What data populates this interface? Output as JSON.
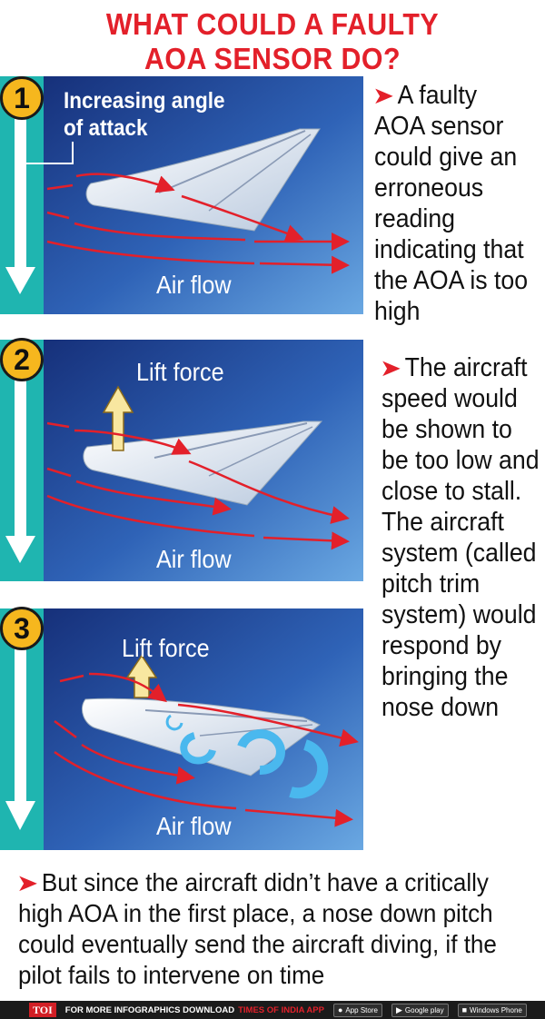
{
  "title": {
    "line1": "WHAT COULD A FAULTY",
    "line2": "AOA SENSOR DO?"
  },
  "panels": [
    {
      "step": "1",
      "label_top": "Increasing angle of attack",
      "label_bottom": "Air flow",
      "text": "A faulty AOA sensor could give an erroneous reading indicating that the AOA is too high"
    },
    {
      "step": "2",
      "label_top": "Lift force",
      "label_bottom": "Air flow",
      "text": "The aircraft speed would be shown to be too low and close to stall. The aircraft system (called pitch trim system) would respond by bringing the nose down"
    },
    {
      "step": "3",
      "label_top": "Lift force",
      "label_bottom": "Air flow"
    }
  ],
  "conclusion": "But since the aircraft didn’t have a critically high AOA in the first place, a nose down pitch could eventually send the aircraft diving, if the pilot fails to intervene on time",
  "bullet_glyph": "➤",
  "footer": {
    "logo": "TOI",
    "prefix": "FOR MORE INFOGRAPHICS DOWNLOAD",
    "app_name": "TIMES OF INDIA APP",
    "stores": [
      "App Store",
      "Google play",
      "Windows Phone"
    ]
  },
  "colors": {
    "title": "#e3202a",
    "teal": "#1fb5b0",
    "panel_dark": "#16307a",
    "panel_light": "#4a8fd4",
    "badge": "#f6b71e",
    "flow_arrow": "#e3202a",
    "lift_arrow": "#f8e7a0",
    "vortex": "#4ab8ee"
  }
}
